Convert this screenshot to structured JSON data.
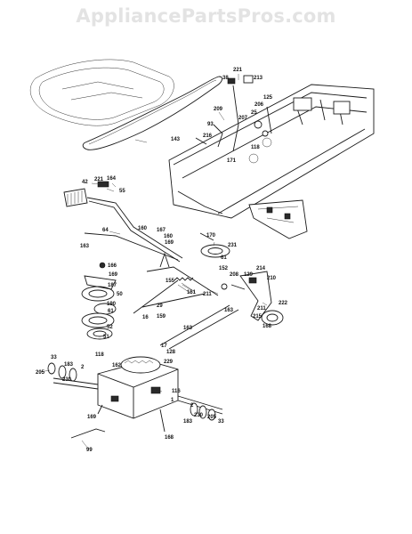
{
  "watermark": "AppliancePartsPros.com",
  "callouts": [
    {
      "id": "c221a",
      "text": "221"
    },
    {
      "id": "c213",
      "text": "213"
    },
    {
      "id": "c38",
      "text": "38"
    },
    {
      "id": "c209",
      "text": "209"
    },
    {
      "id": "c93",
      "text": "93"
    },
    {
      "id": "c207",
      "text": "207"
    },
    {
      "id": "c206",
      "text": "206"
    },
    {
      "id": "c125",
      "text": "125"
    },
    {
      "id": "c25",
      "text": "25"
    },
    {
      "id": "c143",
      "text": "143"
    },
    {
      "id": "c216",
      "text": "216"
    },
    {
      "id": "c118",
      "text": "118"
    },
    {
      "id": "c171",
      "text": "171"
    },
    {
      "id": "c42",
      "text": "42"
    },
    {
      "id": "c221b",
      "text": "221"
    },
    {
      "id": "c164",
      "text": "164"
    },
    {
      "id": "c55",
      "text": "55"
    },
    {
      "id": "c64",
      "text": "64"
    },
    {
      "id": "c160a",
      "text": "160"
    },
    {
      "id": "c167",
      "text": "167"
    },
    {
      "id": "c160b",
      "text": "160"
    },
    {
      "id": "c169a",
      "text": "169"
    },
    {
      "id": "c170",
      "text": "170"
    },
    {
      "id": "c231",
      "text": "231"
    },
    {
      "id": "c61a",
      "text": "61"
    },
    {
      "id": "c163a",
      "text": "163"
    },
    {
      "id": "c166",
      "text": "166"
    },
    {
      "id": "c169b",
      "text": "169"
    },
    {
      "id": "c187",
      "text": "187"
    },
    {
      "id": "c50",
      "text": "50"
    },
    {
      "id": "c155",
      "text": "155"
    },
    {
      "id": "c152",
      "text": "152"
    },
    {
      "id": "c208",
      "text": "208"
    },
    {
      "id": "c214",
      "text": "214"
    },
    {
      "id": "c129",
      "text": "129"
    },
    {
      "id": "c210",
      "text": "210"
    },
    {
      "id": "c161",
      "text": "161"
    },
    {
      "id": "c211a",
      "text": "211"
    },
    {
      "id": "c29",
      "text": "29"
    },
    {
      "id": "c159",
      "text": "159"
    },
    {
      "id": "c163b",
      "text": "163"
    },
    {
      "id": "c190",
      "text": "190"
    },
    {
      "id": "c61b",
      "text": "61"
    },
    {
      "id": "c52",
      "text": "52"
    },
    {
      "id": "c51",
      "text": "51"
    },
    {
      "id": "c16",
      "text": "16"
    },
    {
      "id": "c211b",
      "text": "211"
    },
    {
      "id": "c215",
      "text": "215"
    },
    {
      "id": "c222",
      "text": "222"
    },
    {
      "id": "c168",
      "text": "168"
    },
    {
      "id": "c17",
      "text": "17"
    },
    {
      "id": "c163c",
      "text": "163"
    },
    {
      "id": "c128",
      "text": "128"
    },
    {
      "id": "c33a",
      "text": "33"
    },
    {
      "id": "c118b",
      "text": "118"
    },
    {
      "id": "c162",
      "text": "162"
    },
    {
      "id": "c229",
      "text": "229"
    },
    {
      "id": "c183a",
      "text": "183"
    },
    {
      "id": "c2a",
      "text": "2"
    },
    {
      "id": "c205a",
      "text": "205"
    },
    {
      "id": "c230a",
      "text": "230"
    },
    {
      "id": "c116",
      "text": "116"
    },
    {
      "id": "c1",
      "text": "1"
    },
    {
      "id": "c2b",
      "text": "2"
    },
    {
      "id": "c230b",
      "text": "230"
    },
    {
      "id": "c205b",
      "text": "205"
    },
    {
      "id": "c33b",
      "text": "33"
    },
    {
      "id": "c183b",
      "text": "183"
    },
    {
      "id": "c169c",
      "text": "169"
    },
    {
      "id": "c168b",
      "text": "168"
    },
    {
      "id": "c99",
      "text": "99"
    }
  ]
}
